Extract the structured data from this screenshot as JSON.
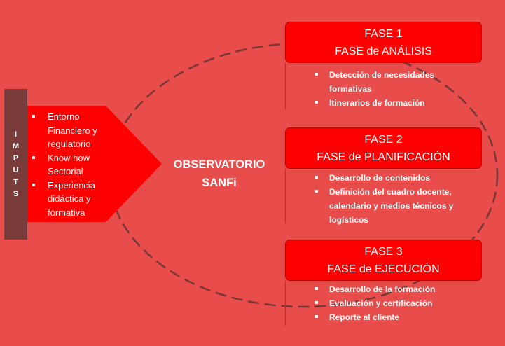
{
  "inputs": {
    "label_letters": [
      "I",
      "M",
      "P",
      "U",
      "T",
      "S"
    ],
    "items": [
      "Entorno Financiero y regulatorio",
      "Know how Sectorial",
      "Experiencia didáctica y formativa"
    ]
  },
  "center": {
    "line1": "OBSERVATORIO",
    "line2": "SANFi"
  },
  "phases": [
    {
      "number": "FASE 1",
      "name": "FASE de ANÁLISIS",
      "items": [
        "Detección de necesidades formativas",
        "Itinerarios de formación"
      ]
    },
    {
      "number": "FASE 2",
      "name": "FASE de PLANIFICACIÓN",
      "items": [
        "Desarrollo de contenidos",
        "Definición del cuadro docente, calendario y medios técnicos y logísticos"
      ]
    },
    {
      "number": "FASE 3",
      "name": "FASE de EJECUCIÓN",
      "items": [
        "Desarrollo de la formación",
        "Evaluación y certificación",
        "Reporte al cliente"
      ]
    }
  ],
  "colors": {
    "background": "#e84c4b",
    "phase_box": "#ff0000",
    "imputs_bar": "#7a3b3b",
    "cycle_line": "#7a3535"
  }
}
